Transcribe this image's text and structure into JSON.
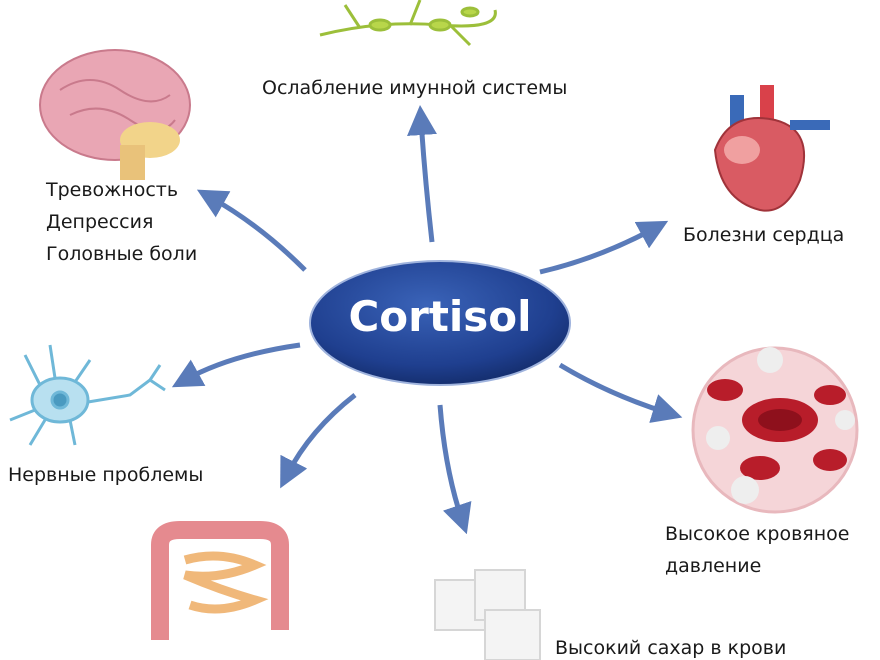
{
  "center": {
    "label": "Cortisol"
  },
  "effects": [
    {
      "id": "immune",
      "lines": [
        "Ослабление имунной системы"
      ]
    },
    {
      "id": "brain",
      "lines": [
        "Тревожность",
        "Депрессия",
        "Головные боли"
      ]
    },
    {
      "id": "heart",
      "lines": [
        "Болезни сердца"
      ]
    },
    {
      "id": "nerves",
      "lines": [
        "Нервные проблемы"
      ]
    },
    {
      "id": "blood-pressure",
      "lines": [
        "Высокое кровяное",
        "давление"
      ]
    },
    {
      "id": "sugar",
      "lines": [
        "Высокий сахар в крови"
      ]
    }
  ],
  "colors": {
    "arrow": "#5a7bb9",
    "center": "#1f3f8f"
  }
}
